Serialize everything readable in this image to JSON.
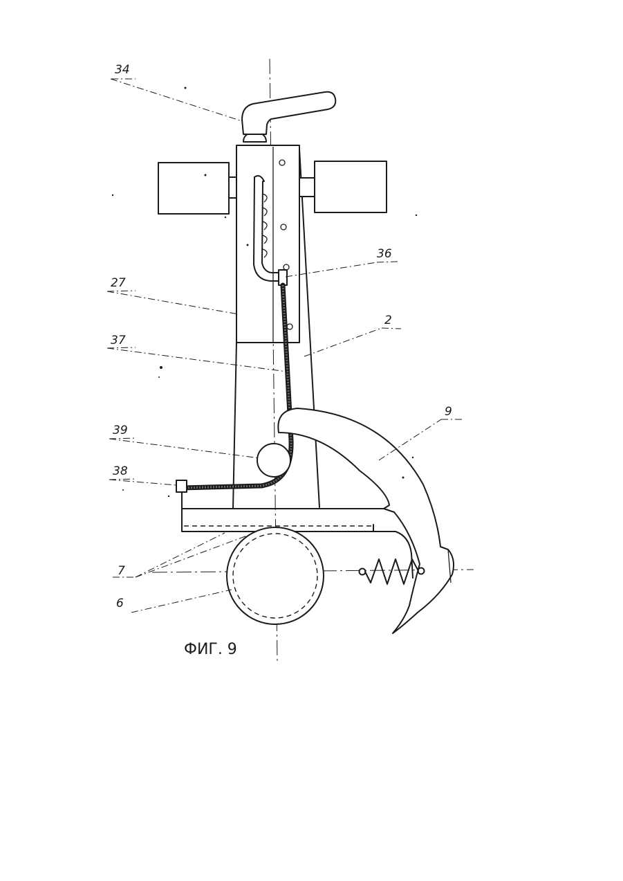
{
  "caption": "ФИГ. 9",
  "labels": {
    "l34": "34",
    "l36": "36",
    "l27": "27",
    "l2": "2",
    "l37": "37",
    "l9": "9",
    "l39": "39",
    "l38": "38",
    "l7": "7",
    "l6": "6"
  }
}
